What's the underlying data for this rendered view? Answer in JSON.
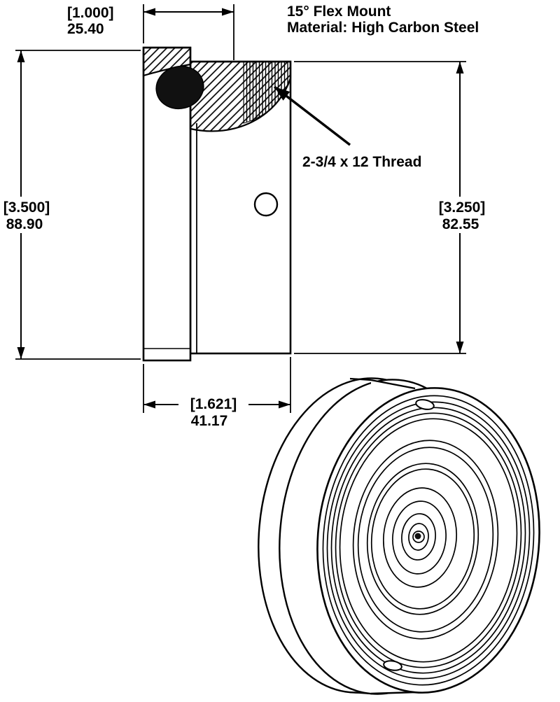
{
  "title": {
    "line1": "15° Flex Mount",
    "line2": "Material: High Carbon Steel"
  },
  "dimensions": {
    "top_width": {
      "inches": "[1.000]",
      "mm": "25.40"
    },
    "overall_height": {
      "inches": "[3.500]",
      "mm": "88.90"
    },
    "body_height": {
      "inches": "[3.250]",
      "mm": "82.55"
    },
    "body_width": {
      "inches": "[1.621]",
      "mm": "41.17"
    },
    "thread_callout": "2-3/4 x 12 Thread"
  },
  "colors": {
    "line": "#000000",
    "background": "#ffffff",
    "seal_fill": "#111111"
  }
}
